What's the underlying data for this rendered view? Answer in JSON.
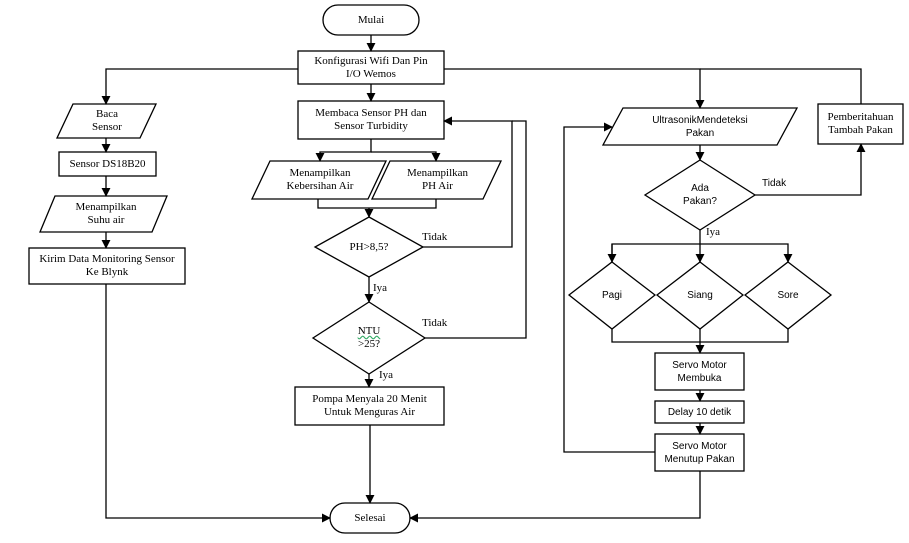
{
  "nodes": {
    "start": "Mulai",
    "config": "Konfigurasi Wifi Dan Pin\nI/O Wemos",
    "read_sensor": "Baca\nSensor",
    "ds18b20": "Sensor DS18B20",
    "show_temp": "Menampilkan\nSuhu air",
    "send_blynk": "Kirim Data Monitoring Sensor\nKe Blynk",
    "read_ph_turb": "Membaca Sensor PH dan\nSensor Turbidity",
    "show_clean": "Menampilkan\nKebersihan Air",
    "show_ph": "Menampilkan\nPH Air",
    "ph_check": "PH>8,5?",
    "ntu_check_1": "NTU",
    "ntu_check_2": ">25?",
    "pump": "Pompa Menyala 20 Menit\nUntuk Menguras Air",
    "ultrasonic": "UltrasonikMendeteksi\nPakan",
    "notify": "Pemberitahuan\nTambah Pakan",
    "food_check": "Ada\nPakan?",
    "pagi": "Pagi",
    "siang": "Siang",
    "sore": "Sore",
    "servo_open": "Servo Motor\nMembuka",
    "delay": "Delay 10 detik",
    "servo_close": "Servo Motor\nMenutup Pakan",
    "end": "Selesai"
  },
  "edge_labels": {
    "ph_no": "Tidak",
    "ph_yes": "Iya",
    "ntu_no": "Tidak",
    "ntu_yes": "Iya",
    "food_no": "Tidak",
    "food_yes": "Iya"
  }
}
